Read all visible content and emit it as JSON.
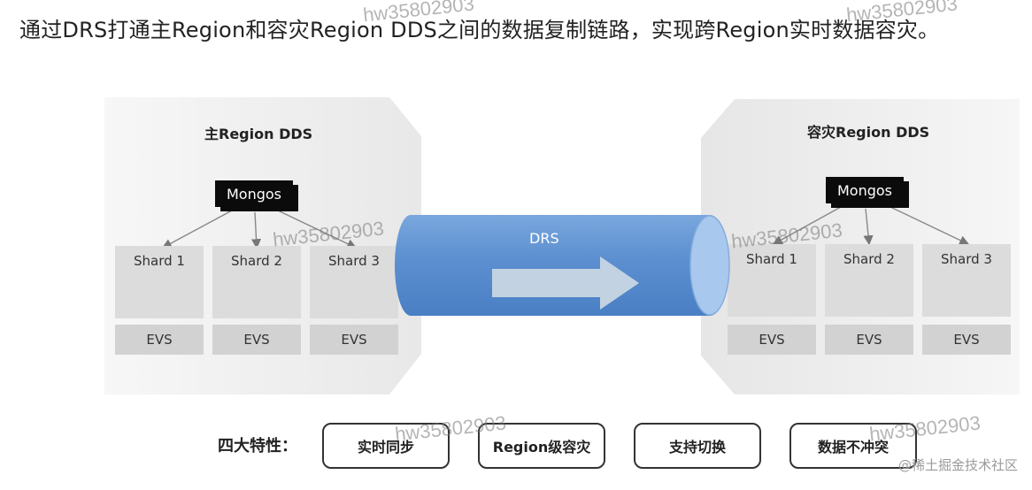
{
  "headline": "通过DRS打通主Region和容灾Region DDS之间的数据复制链路，实现跨Region实时数据容灾。",
  "primary_region": {
    "title": "主Region DDS",
    "mongos": "Mongos",
    "shards": [
      "Shard 1",
      "Shard 2",
      "Shard 3"
    ],
    "evs": [
      "EVS",
      "EVS",
      "EVS"
    ]
  },
  "dr_region": {
    "title": "容灾Region DDS",
    "mongos": "Mongos",
    "shards": [
      "Shard 1",
      "Shard 2",
      "Shard 3"
    ],
    "evs": [
      "EVS",
      "EVS",
      "EVS"
    ]
  },
  "pipe": {
    "label": "DRS"
  },
  "features": {
    "label": "四大特性：",
    "items": [
      "实时同步",
      "Region级容灾",
      "支持切换",
      "数据不冲突"
    ]
  },
  "watermark": "hw35802903",
  "credit": "@稀土掘金技术社区",
  "colors": {
    "pipe": "#5b8fd0",
    "pipe_end": "#9dc1ec",
    "panel": "#efefef",
    "shard": "#dcdcdc",
    "mongos": "#0b0b0b"
  }
}
